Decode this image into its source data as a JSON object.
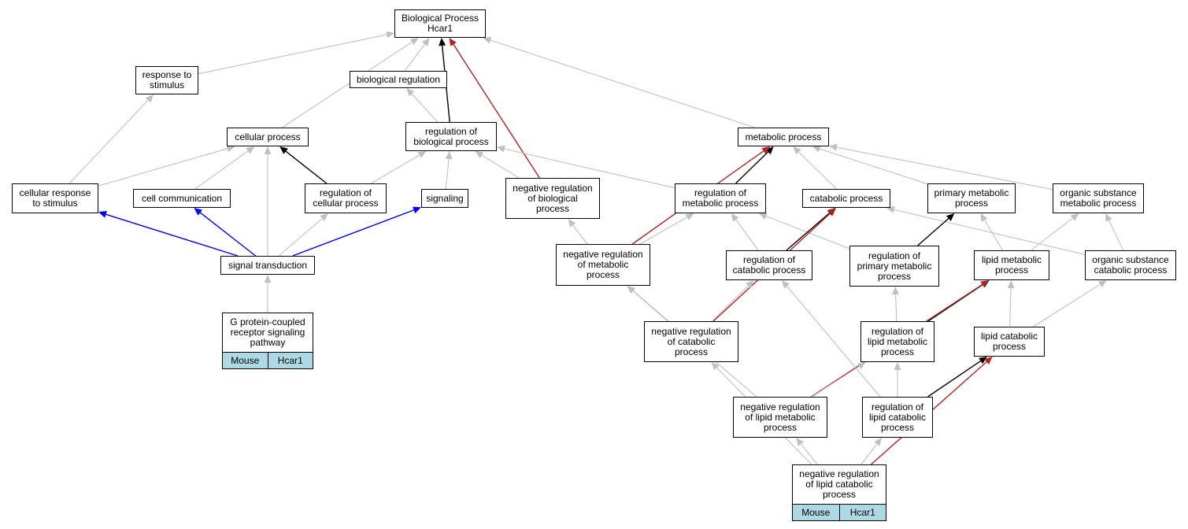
{
  "graph": {
    "colors": {
      "default": "#c0c0c0",
      "is_a_positive": "#000000",
      "negative": "#b22222",
      "part_signal": "#0000ff",
      "tag_bg": "#add8e6"
    },
    "nodes": [
      {
        "id": "bp",
        "label": "Biological Process\nHcar1"
      },
      {
        "id": "resp",
        "label": "response to\nstimulus"
      },
      {
        "id": "bioreg",
        "label": "biological regulation"
      },
      {
        "id": "cellproc",
        "label": "cellular process"
      },
      {
        "id": "regbio",
        "label": "regulation of\nbiological process"
      },
      {
        "id": "metab",
        "label": "metabolic process"
      },
      {
        "id": "cellresp",
        "label": "cellular response\nto stimulus"
      },
      {
        "id": "cellcomm",
        "label": "cell communication"
      },
      {
        "id": "regcell",
        "label": "regulation of\ncellular process"
      },
      {
        "id": "signaling",
        "label": "signaling"
      },
      {
        "id": "negregbio",
        "label": "negative regulation\nof biological\nprocess"
      },
      {
        "id": "regmetab",
        "label": "regulation of\nmetabolic process"
      },
      {
        "id": "catab",
        "label": "catabolic process"
      },
      {
        "id": "primmetab",
        "label": "primary metabolic\nprocess"
      },
      {
        "id": "orgsubmetab",
        "label": "organic substance\nmetabolic process"
      },
      {
        "id": "sigtrans",
        "label": "signal transduction"
      },
      {
        "id": "negregmetab",
        "label": "negative regulation\nof metabolic\nprocess"
      },
      {
        "id": "regcatab",
        "label": "regulation of\ncatabolic process"
      },
      {
        "id": "regprim",
        "label": "regulation of\nprimary metabolic\nprocess"
      },
      {
        "id": "lipidmetab",
        "label": "lipid metabolic\nprocess"
      },
      {
        "id": "orgsubcatab",
        "label": "organic substance\ncatabolic process"
      },
      {
        "id": "gpcr",
        "label": "G protein-coupled\nreceptor signaling\npathway",
        "tags": [
          "Mouse",
          "Hcar1"
        ]
      },
      {
        "id": "negregcatab",
        "label": "negative regulation\nof catabolic\nprocess"
      },
      {
        "id": "reglipidmetab",
        "label": "regulation of\nlipid metabolic\nprocess"
      },
      {
        "id": "lipidcatab",
        "label": "lipid catabolic\nprocess"
      },
      {
        "id": "negreglipidmetab",
        "label": "negative regulation\nof lipid metabolic\nprocess"
      },
      {
        "id": "reglipidcatab",
        "label": "regulation of\nlipid catabolic\nprocess"
      },
      {
        "id": "negreglipidcatab",
        "label": "negative regulation\nof lipid catabolic\nprocess",
        "tags": [
          "Mouse",
          "Hcar1"
        ]
      }
    ],
    "edges": [
      {
        "from": "resp",
        "to": "bp",
        "type": "default"
      },
      {
        "from": "bioreg",
        "to": "bp",
        "type": "default"
      },
      {
        "from": "cellproc",
        "to": "bp",
        "type": "default"
      },
      {
        "from": "regbio",
        "to": "bp",
        "type": "is_a_positive"
      },
      {
        "from": "negregbio",
        "to": "bp",
        "type": "negative"
      },
      {
        "from": "metab",
        "to": "bp",
        "type": "default"
      },
      {
        "from": "regbio",
        "to": "bioreg",
        "type": "default"
      },
      {
        "from": "cellresp",
        "to": "resp",
        "type": "default"
      },
      {
        "from": "cellresp",
        "to": "cellproc",
        "type": "default"
      },
      {
        "from": "cellcomm",
        "to": "cellproc",
        "type": "default"
      },
      {
        "from": "regcell",
        "to": "cellproc",
        "type": "is_a_positive"
      },
      {
        "from": "sigtrans",
        "to": "cellproc",
        "type": "default"
      },
      {
        "from": "regcell",
        "to": "regbio",
        "type": "default"
      },
      {
        "from": "signaling",
        "to": "regbio",
        "type": "default"
      },
      {
        "from": "negregbio",
        "to": "regbio",
        "type": "default"
      },
      {
        "from": "regmetab",
        "to": "regbio",
        "type": "default"
      },
      {
        "from": "sigtrans",
        "to": "cellresp",
        "type": "part_signal"
      },
      {
        "from": "sigtrans",
        "to": "cellcomm",
        "type": "part_signal"
      },
      {
        "from": "sigtrans",
        "to": "regcell",
        "type": "default"
      },
      {
        "from": "sigtrans",
        "to": "signaling",
        "type": "part_signal"
      },
      {
        "from": "gpcr",
        "to": "sigtrans",
        "type": "default"
      },
      {
        "from": "regmetab",
        "to": "metab",
        "type": "is_a_positive"
      },
      {
        "from": "catab",
        "to": "metab",
        "type": "default"
      },
      {
        "from": "primmetab",
        "to": "metab",
        "type": "default"
      },
      {
        "from": "orgsubmetab",
        "to": "metab",
        "type": "default"
      },
      {
        "from": "negregmetab",
        "to": "metab",
        "type": "negative"
      },
      {
        "from": "negregmetab",
        "to": "negregbio",
        "type": "default"
      },
      {
        "from": "negregmetab",
        "to": "regmetab",
        "type": "default"
      },
      {
        "from": "regcatab",
        "to": "regmetab",
        "type": "default"
      },
      {
        "from": "regprim",
        "to": "regmetab",
        "type": "default"
      },
      {
        "from": "regcatab",
        "to": "catab",
        "type": "is_a_positive"
      },
      {
        "from": "orgsubcatab",
        "to": "catab",
        "type": "default"
      },
      {
        "from": "negregcatab",
        "to": "catab",
        "type": "negative"
      },
      {
        "from": "regprim",
        "to": "primmetab",
        "type": "is_a_positive"
      },
      {
        "from": "lipidmetab",
        "to": "primmetab",
        "type": "default"
      },
      {
        "from": "lipidmetab",
        "to": "orgsubmetab",
        "type": "default"
      },
      {
        "from": "orgsubcatab",
        "to": "orgsubmetab",
        "type": "default"
      },
      {
        "from": "negregcatab",
        "to": "negregmetab",
        "type": "default"
      },
      {
        "from": "negregcatab",
        "to": "regcatab",
        "type": "default"
      },
      {
        "from": "negreglipidmetab",
        "to": "negregmetab",
        "type": "default"
      },
      {
        "from": "reglipidmetab",
        "to": "regprim",
        "type": "default"
      },
      {
        "from": "reglipidmetab",
        "to": "lipidmetab",
        "type": "is_a_positive"
      },
      {
        "from": "negreglipidmetab",
        "to": "lipidmetab",
        "type": "negative"
      },
      {
        "from": "lipidcatab",
        "to": "lipidmetab",
        "type": "default"
      },
      {
        "from": "lipidcatab",
        "to": "orgsubcatab",
        "type": "default"
      },
      {
        "from": "negreglipidmetab",
        "to": "reglipidmetab",
        "type": "default"
      },
      {
        "from": "reglipidcatab",
        "to": "reglipidmetab",
        "type": "default"
      },
      {
        "from": "reglipidcatab",
        "to": "regcatab",
        "type": "default"
      },
      {
        "from": "reglipidcatab",
        "to": "lipidcatab",
        "type": "is_a_positive"
      },
      {
        "from": "negreglipidcatab",
        "to": "negreglipidmetab",
        "type": "default"
      },
      {
        "from": "negreglipidcatab",
        "to": "reglipidcatab",
        "type": "default"
      },
      {
        "from": "negreglipidcatab",
        "to": "negregcatab",
        "type": "default"
      },
      {
        "from": "negreglipidcatab",
        "to": "lipidcatab",
        "type": "negative"
      }
    ]
  }
}
